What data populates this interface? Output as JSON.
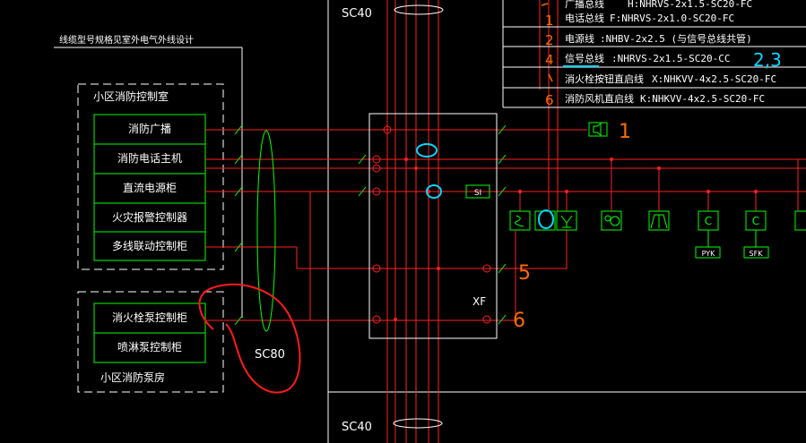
{
  "title": "线缆型号规格见室外电气外线设计",
  "control_room": {
    "title": "小区消防控制室",
    "items": [
      "消防广播",
      "消防电话主机",
      "直流电源柜",
      "火灾报警控制器",
      "多线联动控制柜"
    ]
  },
  "pump_room": {
    "title": "小区消防泵房",
    "items": [
      "消火栓泵控制柜",
      "喷淋泵控制柜"
    ]
  },
  "conduits": {
    "top": "SC40",
    "bottom": "SC40",
    "trunk": "SC80"
  },
  "box_label": "XF",
  "si_label": "SI",
  "legend": [
    {
      "mark": "",
      "text": "广播总线",
      "spec": "H:NHRVS-2x1.5-SC20-FC"
    },
    {
      "mark": "1",
      "text": "电话总线",
      "spec": "F:NHRVS-2x1.0-SC20-FC"
    },
    {
      "mark": "2",
      "text": "电源线",
      "spec": ":NHBV-2x2.5    (与信号总线共管)"
    },
    {
      "mark": "4",
      "text": "信号总线",
      "spec": ":NHRVS-2x1.5-SC20-CC"
    },
    {
      "mark": "",
      "text": "消火栓按钮直启线",
      "spec": "X:NHKVV-4x2.5-SC20-FC"
    },
    {
      "mark": "6",
      "text": "消防风机直启线",
      "spec": "K:NHKVV-4x2.5-SC20-FC"
    }
  ],
  "legend_note": "2,3",
  "devices": {
    "pyk": "PYK",
    "sfk": "SFK"
  },
  "annotations": {
    "one": "1",
    "five": "5",
    "six": "6"
  },
  "colors": {
    "bg": "#000000",
    "white": "#ffffff",
    "red": "#ff2020",
    "green": "#00ff00",
    "orange": "#ff6a00",
    "cyan": "#00d8ff",
    "annot_red": "#ff1a1a"
  }
}
